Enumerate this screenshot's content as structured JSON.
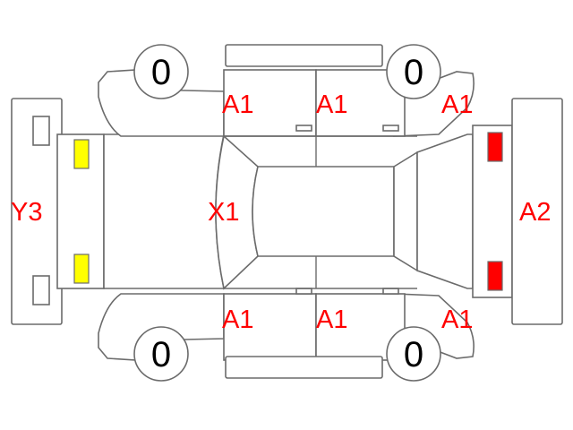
{
  "tires": {
    "front_left": "0",
    "front_right": "0",
    "rear_left": "0",
    "rear_right": "0"
  },
  "damage_codes": {
    "top_front_door": "A1",
    "top_rear_door": "A1",
    "top_rear_fender": "A1",
    "bottom_front_door": "A1",
    "bottom_rear_door": "A1",
    "bottom_rear_fender": "A1",
    "front_bumper": "Y3",
    "roof": "X1",
    "rear_bumper": "A2"
  },
  "colors": {
    "outline": "#6b6b6b",
    "code_text": "#ff0000",
    "front_lamp": "#ffff00",
    "rear_lamp": "#ff0000"
  }
}
